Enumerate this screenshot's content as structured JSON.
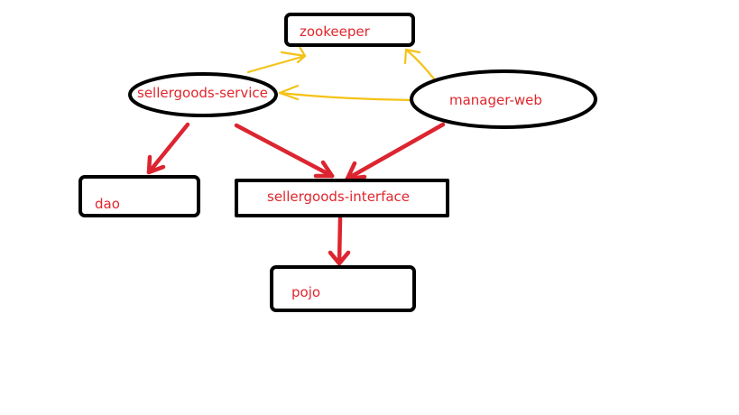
{
  "colors": {
    "node_outline": "#000000",
    "label_text": "#e0262d",
    "arrow_red": "#dc2530",
    "arrow_yellow": "#f5c216",
    "background": "#ffffff"
  },
  "nodes": [
    {
      "id": "zookeeper",
      "label": "zookeeper",
      "shape": "rounded-box"
    },
    {
      "id": "sellergoods_service",
      "label": "sellergoods-service",
      "shape": "ellipse"
    },
    {
      "id": "manager_web",
      "label": "manager-web",
      "shape": "ellipse"
    },
    {
      "id": "dao",
      "label": "dao",
      "shape": "rounded-box"
    },
    {
      "id": "sellergoods_interface",
      "label": "sellergoods-interface",
      "shape": "box"
    },
    {
      "id": "pojo",
      "label": "pojo",
      "shape": "rounded-box"
    }
  ],
  "edges": [
    {
      "from": "sellergoods_service",
      "to": "zookeeper",
      "color": "yellow"
    },
    {
      "from": "manager_web",
      "to": "zookeeper",
      "color": "yellow"
    },
    {
      "from": "manager_web",
      "to": "sellergoods_service",
      "color": "yellow"
    },
    {
      "from": "sellergoods_service",
      "to": "dao",
      "color": "red"
    },
    {
      "from": "sellergoods_service",
      "to": "sellergoods_interface",
      "color": "red"
    },
    {
      "from": "manager_web",
      "to": "sellergoods_interface",
      "color": "red"
    },
    {
      "from": "sellergoods_interface",
      "to": "pojo",
      "color": "red"
    }
  ]
}
